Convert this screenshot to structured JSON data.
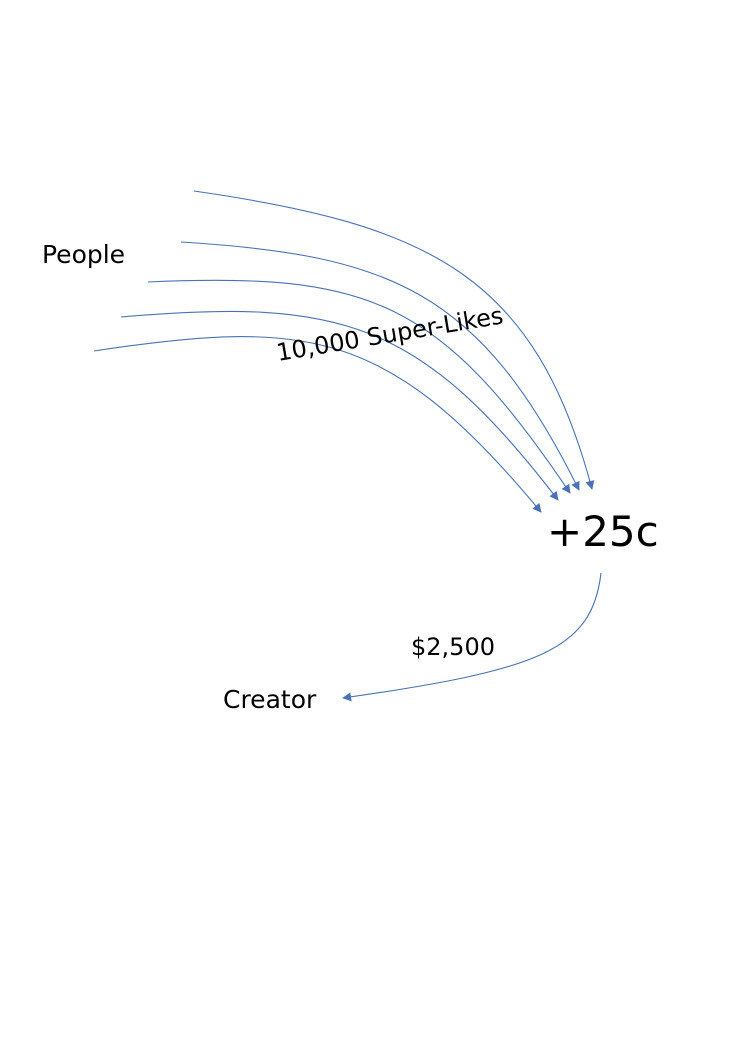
{
  "labels": {
    "people": "People",
    "super_likes": "10,000 Super-Likes",
    "fee": "+25c",
    "payout": "$2,500",
    "creator": "Creator"
  },
  "colors": {
    "arrow": "#4a72b5",
    "text": "#000000",
    "background": "#ffffff"
  },
  "arrows": {
    "incoming_count": 5,
    "outgoing_count": 1
  }
}
